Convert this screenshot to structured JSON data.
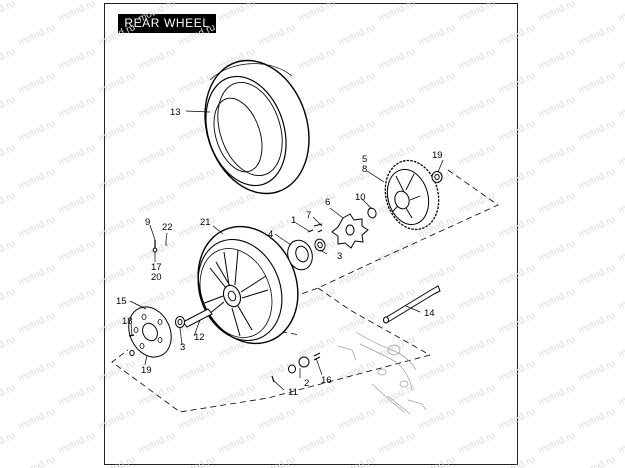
{
  "title": "REAR WHEEL",
  "watermark": "motod.ru",
  "colors": {
    "ink": "#000000",
    "background": "#ffffff",
    "watermark": "#dedede"
  },
  "callouts": [
    {
      "id": "13",
      "text": "13"
    },
    {
      "id": "5",
      "text": "5"
    },
    {
      "id": "8",
      "text": "8"
    },
    {
      "id": "19a",
      "text": "19"
    },
    {
      "id": "10",
      "text": "10"
    },
    {
      "id": "6",
      "text": "6"
    },
    {
      "id": "7",
      "text": "7"
    },
    {
      "id": "1",
      "text": "1"
    },
    {
      "id": "4",
      "text": "4"
    },
    {
      "id": "3a",
      "text": "3"
    },
    {
      "id": "21",
      "text": "21"
    },
    {
      "id": "9",
      "text": "9"
    },
    {
      "id": "22",
      "text": "22"
    },
    {
      "id": "17",
      "text": "17"
    },
    {
      "id": "20",
      "text": "20"
    },
    {
      "id": "14",
      "text": "14"
    },
    {
      "id": "15",
      "text": "15"
    },
    {
      "id": "18",
      "text": "18"
    },
    {
      "id": "12",
      "text": "12"
    },
    {
      "id": "3b",
      "text": "3"
    },
    {
      "id": "19b",
      "text": "19"
    },
    {
      "id": "2",
      "text": "2"
    },
    {
      "id": "16",
      "text": "16"
    },
    {
      "id": "11",
      "text": "11"
    }
  ]
}
